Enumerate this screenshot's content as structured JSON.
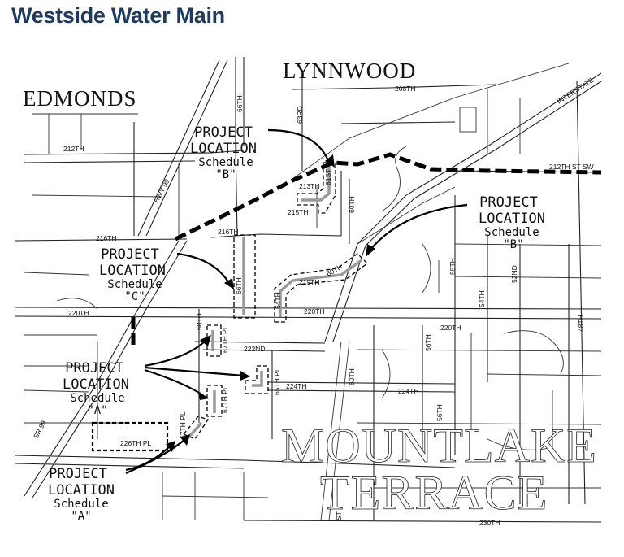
{
  "page": {
    "title": "Westside Water Main"
  },
  "cities": {
    "lynnwood": "LYNNWOOD",
    "edmonds": "EDMONDS",
    "mountlake_line1": "MOUNTLAKE",
    "mountlake_line2": "TERRACE"
  },
  "callouts": {
    "b_top": {
      "line1": "PROJECT",
      "line2": "LOCATION",
      "schedule": "Schedule",
      "letter": "\"B\""
    },
    "b_right": {
      "line1": "PROJECT",
      "line2": "LOCATION",
      "schedule": "Schedule",
      "letter": "\"B\""
    },
    "c": {
      "line1": "PROJECT",
      "line2": "LOCATION",
      "schedule": "Schedule",
      "letter": "\"C\""
    },
    "a_mid": {
      "line1": "PROJECT",
      "line2": "LOCATION",
      "schedule": "Schedule",
      "letter": "\"A\""
    },
    "a_bottom": {
      "line1": "PROJECT",
      "line2": "LOCATION",
      "schedule": "Schedule",
      "letter": "\"A\""
    }
  },
  "streets": {
    "s208th": "208TH",
    "interstate": "INTERSTATE",
    "s212th_left": "212TH",
    "s212th_st_sw": "212TH ST SW",
    "s66th_top": "66TH",
    "s63rd": "63RD",
    "s61st": "61ST",
    "s213th": "213TH",
    "s60th_top": "60TH",
    "s215th": "215TH",
    "hwy99": "HWY 99",
    "s216th_left": "216TH",
    "s216th_mid": "216TH",
    "s66th_mid": "66TH",
    "s219th": "219TH",
    "s60th_mid": "60TH",
    "s64th": "64TH",
    "s55th": "55TH",
    "s52nd": "52ND",
    "s54th": "54TH",
    "s48th": "48TH",
    "s220th_left": "220TH",
    "s220th_mid": "220TH",
    "s220th_right": "220TH",
    "s68th": "68TH",
    "s67th_pl_1": "67TH PL",
    "s222nd": "222ND",
    "s65th_pl": "65TH PL",
    "s67th_pl_2": "67TH PL",
    "s224th_left": "224TH",
    "s224th_right": "224TH",
    "s56th_1": "56TH",
    "s60th_low": "60TH",
    "s56th_2": "56TH",
    "sr99": "SR 99",
    "s67th_pl_3": "67TH PL",
    "s226th_pl": "226TH PL",
    "s230th": "230TH",
    "s_st": "ST"
  }
}
